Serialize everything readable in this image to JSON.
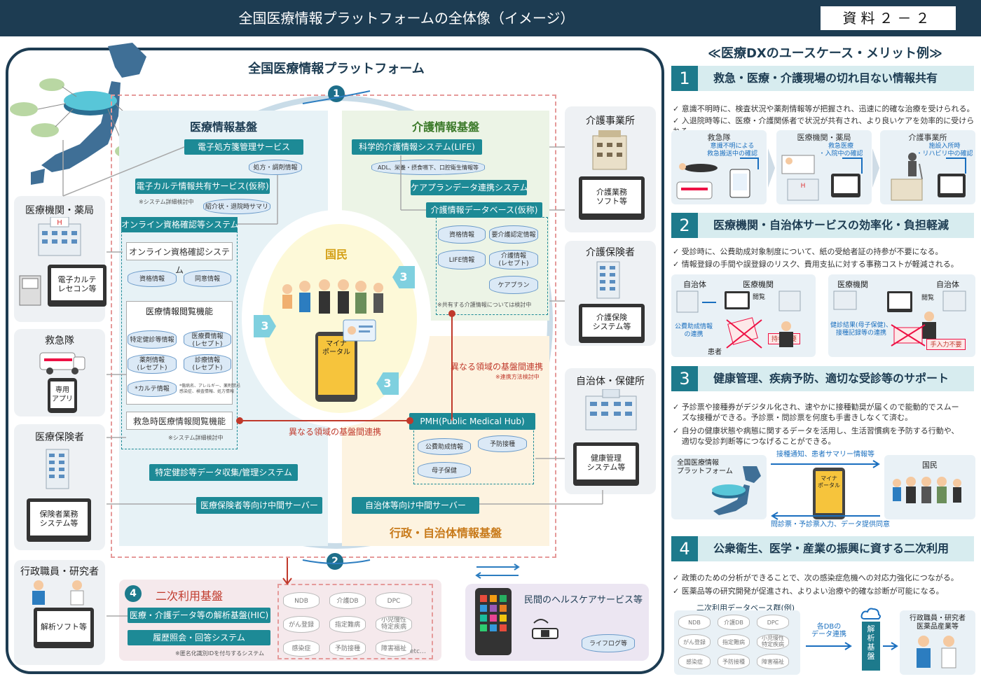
{
  "header": {
    "title": "全国医療情報プラットフォームの全体像（イメージ）",
    "doc_id": "資料２－２"
  },
  "platform": {
    "title": "全国医療情報プラットフォーム"
  },
  "medical": {
    "title": "医療情報基盤",
    "eprescription": "電子処方箋管理サービス",
    "eprescription_db": "処方・調剤情報",
    "ehr_share": "電子カルテ情報共有サービス(仮称)",
    "ehr_note": "※システム詳細検討中",
    "ehr_db": "紹介状・退院時サマリ等",
    "online_group": "オンライン資格確認等システム",
    "online_sys": "オンライン資格確認システム",
    "db_qual": "資格情報",
    "db_consent": "同意情報",
    "view_func": "医療情報閲覧機能",
    "db_checkup": "特定健診等情報",
    "db_medfee": "医療費情報\n(レセプト)",
    "db_drug": "薬剤情報\n(レセプト)",
    "db_treat": "診療情報\n(レセプト)",
    "db_karte": "*カルテ情報",
    "karte_note": "*傷病名、アレルギー、薬剤禁忌\n感染症、検査情報、処方情報",
    "emergency_view": "救急時医療情報閲覧機能",
    "emergency_note": "※システム詳細検討中",
    "checkup_sys": "特定健診等データ収集/管理システム",
    "insurer_server": "医療保険者等向け中間サーバー"
  },
  "care": {
    "title": "介護情報基盤",
    "life": "科学的介護情報システム(LIFE)",
    "life_db": "ADL、栄養・摂食嚥下、口腔衛生情報等",
    "careplan": "ケアプランデータ連携システム",
    "caredb": "介護情報データベース(仮称)",
    "db_fee": "資格情報",
    "db_cert": "要介護認定情報",
    "db_life": "LIFE情報",
    "db_rece": "介護情報\n(レセプト)",
    "db_plan": "ケアプラン",
    "note": "※共有する介護情報については検討中"
  },
  "gov": {
    "title": "行政・自治体情報基盤",
    "pmh": "PMH(Public Medical Hub)",
    "db_aid": "公費助成情報",
    "db_vacc": "予防接種",
    "db_mch": "母子保健",
    "server": "自治体等向け中間サーバー"
  },
  "center": {
    "citizen": "国民",
    "portal": "マイナ\nポータル",
    "cross_link": "異なる領域の基盤間連携",
    "cross_link2": "異なる領域の基盤間連携",
    "cross_note": "※連携方法検討中"
  },
  "badges": {
    "n1": "1",
    "n2": "2",
    "n3": "3",
    "n4": "4"
  },
  "stakeholders": {
    "hospital": {
      "title": "医療機関・薬局",
      "screen": "電子カルテ\nレセコン等"
    },
    "ambulance": {
      "title": "救急隊",
      "screen": "専用\nアプリ"
    },
    "insurer": {
      "title": "医療保険者",
      "screen": "保険者業務\nシステム等"
    },
    "admin": {
      "title": "行政職員・研究者",
      "screen": "解析ソフト等"
    },
    "care_office": {
      "title": "介護事業所",
      "screen": "介護業務\nソフト等"
    },
    "care_insurer": {
      "title": "介護保険者",
      "screen": "介護保険\nシステム等"
    },
    "municipality": {
      "title": "自治体・保健所",
      "screen": "健康管理\nシステム等"
    }
  },
  "secondary": {
    "title": "二次利用基盤",
    "hic": "医療・介護データ等の解析基盤(HIC)",
    "inquiry": "履歴照会・回答システム",
    "note": "※匿名化識別IDを付与するシステム",
    "dbs": [
      "NDB",
      "介護DB",
      "DPC",
      "がん登録",
      "指定難病",
      "小児慢性\n特定疾病",
      "感染症",
      "予防接種",
      "障害福祉"
    ],
    "etc": "etc…"
  },
  "healthcare": {
    "title": "民間のヘルスケアサービス等",
    "db": "ライフログ等"
  },
  "right": {
    "heading": "≪医療DXのユースケース・メリット例≫",
    "s1": {
      "num": "1",
      "title": "救急・医療・介護現場の切れ目ない情報共有",
      "b1": "意識不明時に、検査状況や薬剤情報等が把握され、迅速に的確な治療を受けられる。",
      "b2": "入退院時等に、医療・介護関係者で状況が共有され、より良いケアを効率的に受けられる。",
      "c1_title": "救急隊",
      "c1_note": "意識不明による\n救急搬送中の確認",
      "c2_title": "医療機関・薬局",
      "c2_note": "救急医療\n・入院中の確認",
      "c3_title": "介護事業所",
      "c3_note": "施設入所時\n・リハビリ中の確認"
    },
    "s2": {
      "num": "2",
      "title": "医療機関・自治体サービスの効率化・負担軽減",
      "b1": "受診時に、公費助成対象制度について、紙の受給者証の持参が不要になる。",
      "b2": "情報登録の手間や誤登録のリスク、費用支払に対する事務コストが軽減される。",
      "l_left": "自治体",
      "l_right": "医療機関",
      "l_view": "閲覧",
      "l_note": "公費助成情報\nの連携",
      "l_patient": "患者",
      "l_badge": "持参不要",
      "r_left": "医療機関",
      "r_right": "自治体",
      "r_view": "閲覧",
      "r_note": "健診結果(母子保健)、\n接種記録等の連携",
      "r_badge": "手入力不要"
    },
    "s3": {
      "num": "3",
      "title": "健康管理、疾病予防、適切な受診等のサポート",
      "b1": "予診票や接種券がデジタル化され、速やかに接種勧奨が届くので能動的でスムーズな接種ができる。予診票・問診票を何度も手書きしなくて済む。",
      "b2": "自分の健康状態や病態に関するデータを活用し、生活習慣病を予防する行動や、適切な受診判断等につなげることができる。",
      "platform": "全国医療情報\nプラットフォーム",
      "top_arrow": "接種通知、患者サマリー情報等",
      "portal": "マイナ\nポータル",
      "citizen": "国民",
      "bottom_arrow": "問診票・予診票入力、データ提供同意"
    },
    "s4": {
      "num": "4",
      "title": "公衆衛生、医学・産業の振興に資する二次利用",
      "b1": "政策のための分析ができることで、次の感染症危機への対応力強化につながる。",
      "b2": "医薬品等の研究開発が促進され、よりよい治療や的確な診断が可能になる。",
      "db_group": "二次利用データベース群(例)",
      "link": "各DBの\nデータ連携",
      "analysis": "解\n析\n基\n盤",
      "users": "行政職員・研究者\n医薬品産業等",
      "dbs": [
        "NDB",
        "介護DB",
        "DPC",
        "がん登録",
        "指定難病",
        "小児慢性\n特定疾病",
        "感染症",
        "予防接種",
        "障害福祉"
      ]
    }
  },
  "colors": {
    "navy": "#1d3c52",
    "teal": "#1d8a96",
    "red": "#c0392b",
    "accent": "#1d7a8c"
  }
}
